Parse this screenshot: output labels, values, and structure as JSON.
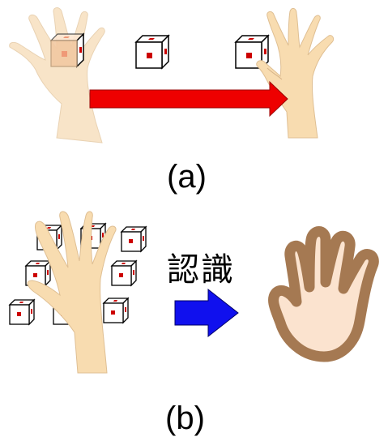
{
  "panel_a": {
    "caption": "(a)"
  },
  "panel_b": {
    "caption": "(b)",
    "recognition_label": "認識"
  },
  "colors": {
    "skin": "#f9dfb3",
    "skin_outline": "#d8b88a",
    "transparent_skin": "#f3d2b0",
    "cube_face": "#ffffff",
    "cube_outline": "#000000",
    "cube_mark": "#cc0000",
    "red_arrow": "#ee0000",
    "blue_arrow": "#1010ee",
    "icon_hand_fill": "#fbe3cf",
    "icon_hand_border": "#a57952"
  }
}
